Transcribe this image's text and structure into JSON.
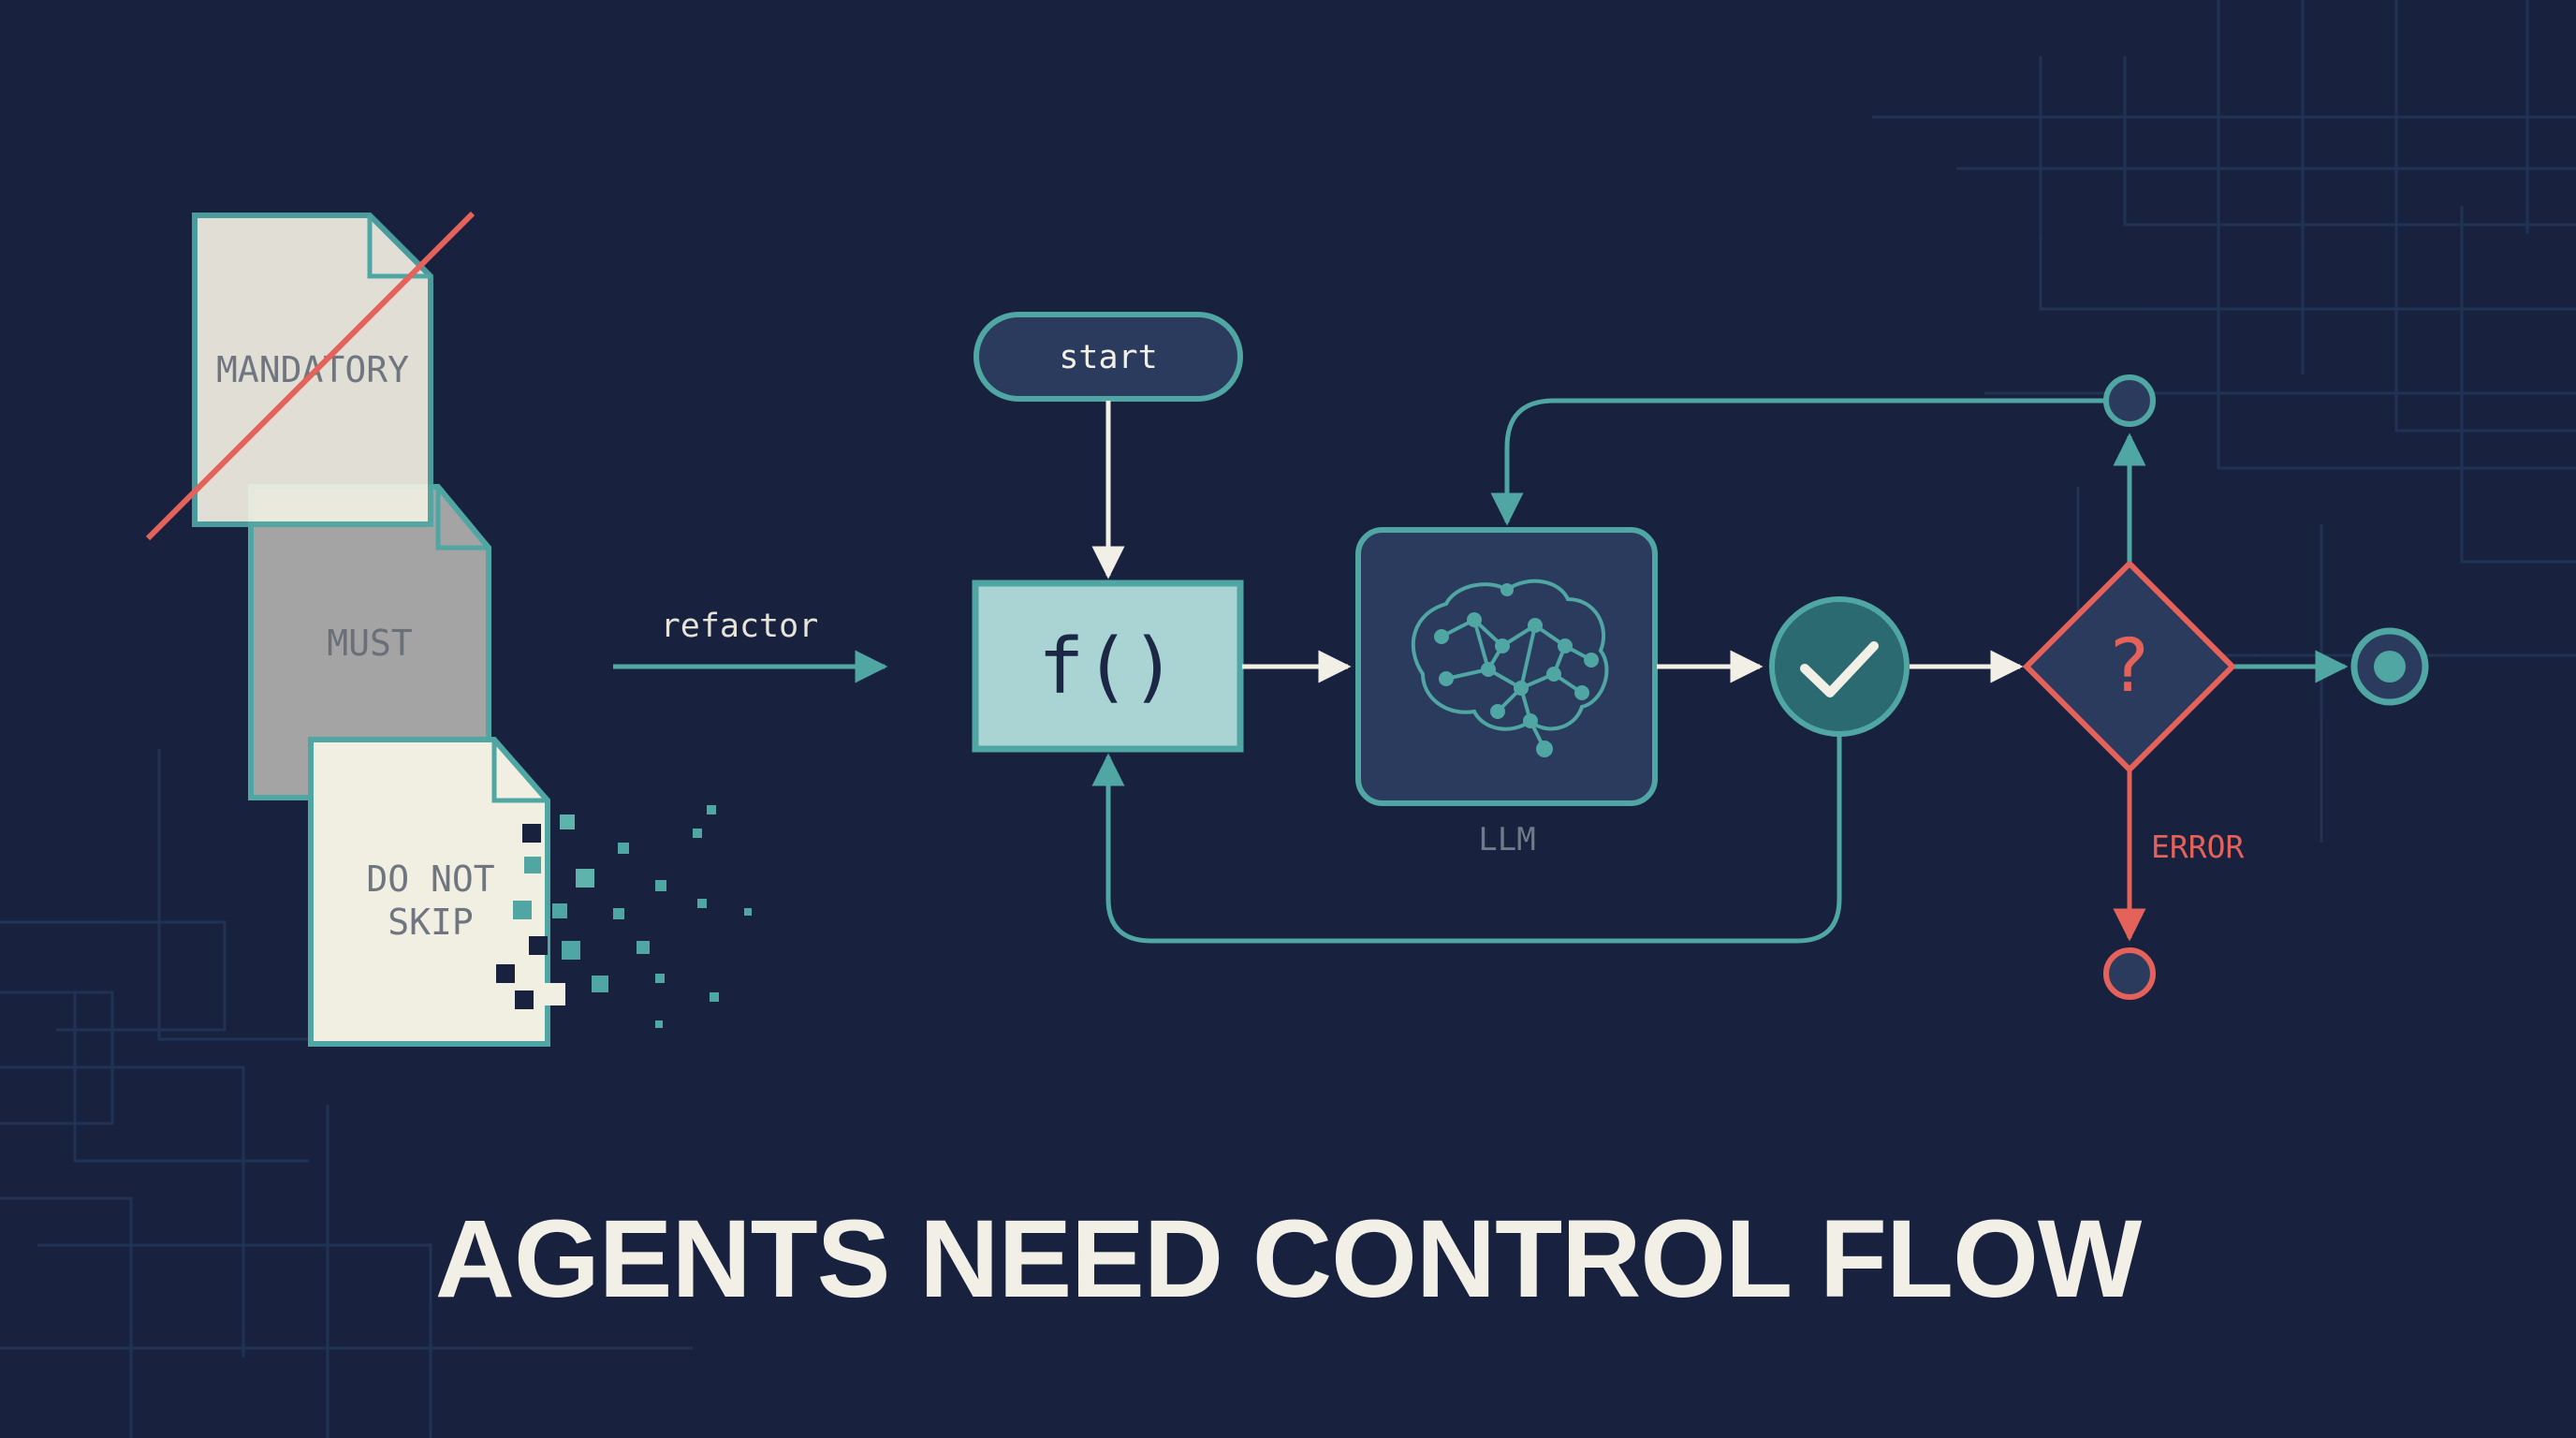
{
  "colors": {
    "background": "#18223f",
    "circuit": "#233557",
    "teal": "#4fa6a3",
    "teal_fill": "#a9d4d3",
    "teal_dark": "#2a6a70",
    "node_fill": "#2b3b5e",
    "paper": "#f1efe2",
    "paper_gray": "#a4a4a4",
    "error": "#e5625a",
    "white": "#f2f0e6",
    "gray_text": "#6f7a8a"
  },
  "documents": {
    "mandatory": "MANDATORY",
    "must": "MUST",
    "do_not_skip_line1": "DO NOT",
    "do_not_skip_line2": "SKIP"
  },
  "labels": {
    "refactor": "refactor",
    "start": "start",
    "function": "f()",
    "llm": "LLM",
    "decision": "?",
    "error": "ERROR"
  },
  "icons": {
    "brain": "brain-network-icon",
    "check": "check-icon",
    "crossed": "strike-line-icon"
  },
  "title": "AGENTS NEED CONTROL FLOW"
}
